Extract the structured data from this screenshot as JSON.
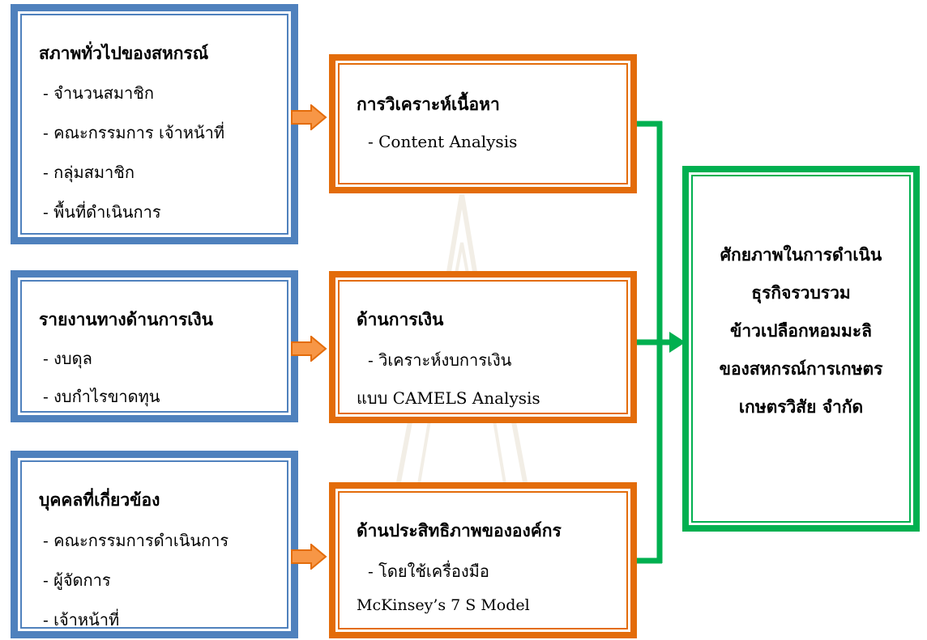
{
  "inputs": [
    {
      "title": "สภาพทั่วไปของสหกรณ์",
      "items": [
        "- จำนวนสมาชิก",
        "- คณะกรรมการ เจ้าหน้าที่",
        "- กลุ่มสมาชิก",
        "- พื้นที่ดำเนินการ"
      ]
    },
    {
      "title": "รายงานทางด้านการเงิน",
      "items": [
        "- งบดุล",
        "- งบกำไรขาดทุน"
      ]
    },
    {
      "title": "บุคคลที่เกี่ยวข้อง",
      "items": [
        "- คณะกรรมการดำเนินการ",
        "- ผู้จัดการ",
        "- เจ้าหน้าที่"
      ]
    }
  ],
  "methods": [
    {
      "title": "การวิเคราะห์เนื้อหา",
      "lines": [
        "- Content Analysis"
      ]
    },
    {
      "title": "ด้านการเงิน",
      "lines": [
        "- วิเคราะห์งบการเงิน",
        "แบบ CAMELS Analysis"
      ]
    },
    {
      "title": "ด้านประสิทธิภาพขององค์กร",
      "lines": [
        "- โดยใช้เครื่องมือ",
        "McKinsey’s 7 S Model"
      ]
    }
  ],
  "result": {
    "lines": [
      "ศักยภาพในการดำเนิน",
      "ธุรกิจรวบรวม",
      "ข้าวเปลือกหอมมะลิ",
      "ของสหกรณ์การเกษตร",
      "เกษตรวิสัย จำกัด"
    ]
  },
  "colors": {
    "input_border": "#4f81bd",
    "method_border": "#e36c0a",
    "result_border": "#00b050",
    "arrow_fill": "#f79646"
  }
}
